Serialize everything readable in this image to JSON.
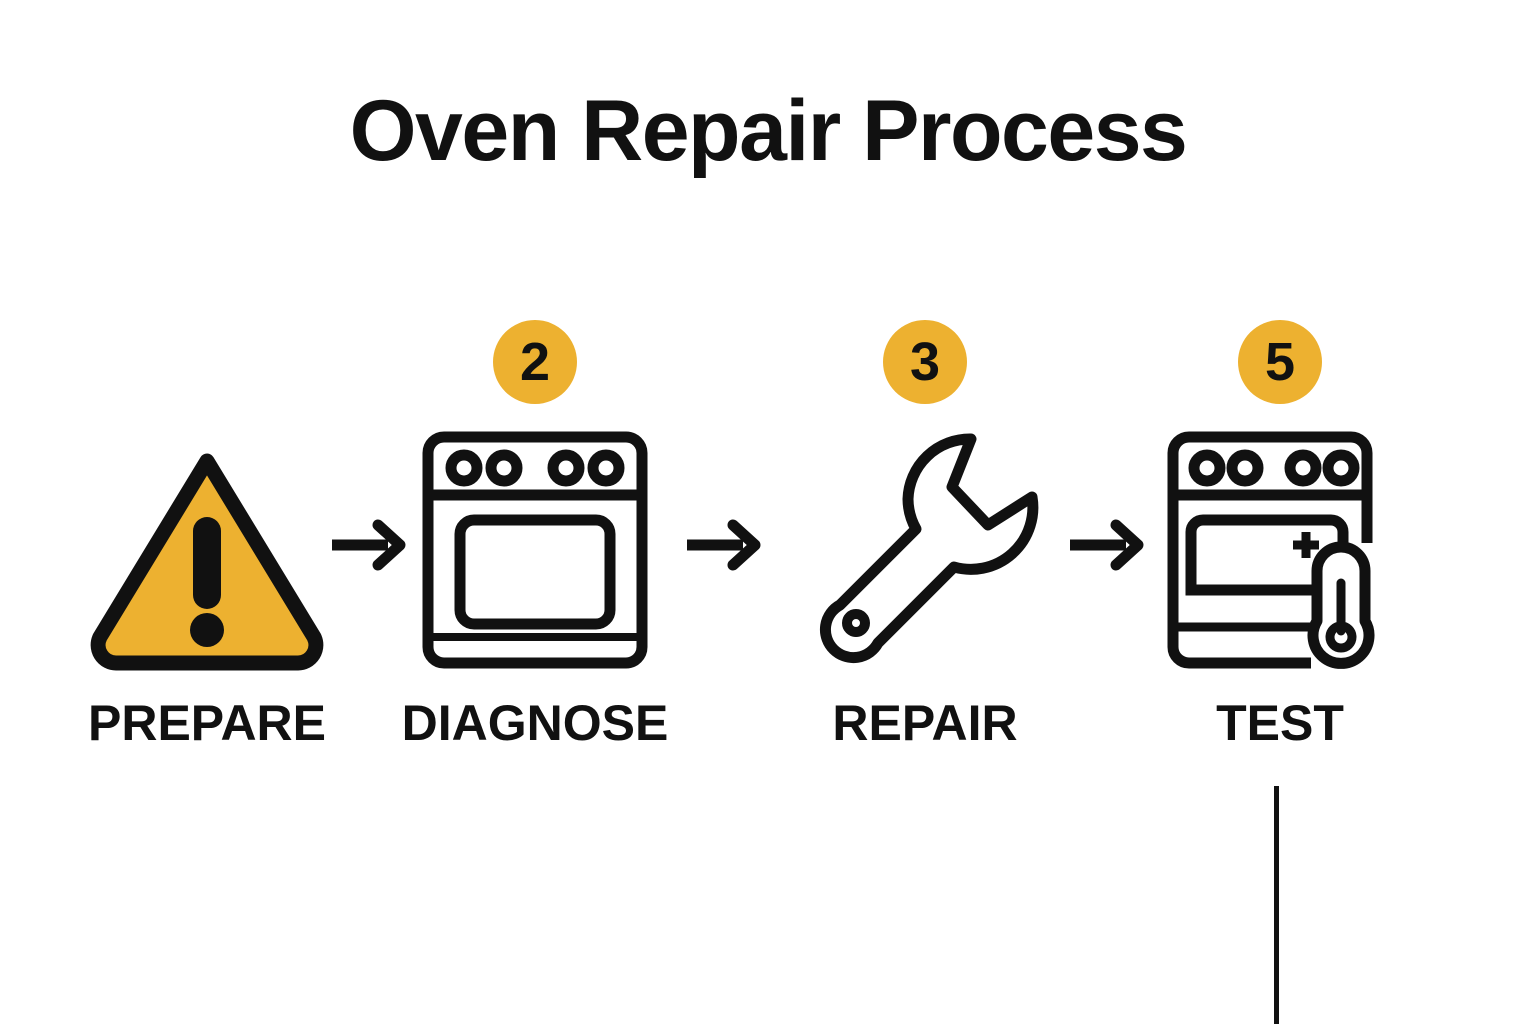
{
  "title": "Oven Repair Process",
  "colors": {
    "accent": "#edb130",
    "ink": "#111111",
    "background": "#ffffff"
  },
  "steps": [
    {
      "badge": "",
      "label": "PREPARE",
      "icon": "warning-triangle-icon",
      "has_badge": false
    },
    {
      "badge": "2",
      "label": "DIAGNOSE",
      "icon": "oven-icon",
      "has_badge": true
    },
    {
      "badge": "3",
      "label": "REPAIR",
      "icon": "wrench-icon",
      "has_badge": true
    },
    {
      "badge": "5",
      "label": "TEST",
      "icon": "oven-thermometer-icon",
      "has_badge": true
    }
  ],
  "connectors": [
    {
      "name": "arrow-right-icon"
    },
    {
      "name": "arrow-right-icon"
    },
    {
      "name": "arrow-right-icon"
    }
  ],
  "divider": {
    "name": "vertical-rule"
  }
}
